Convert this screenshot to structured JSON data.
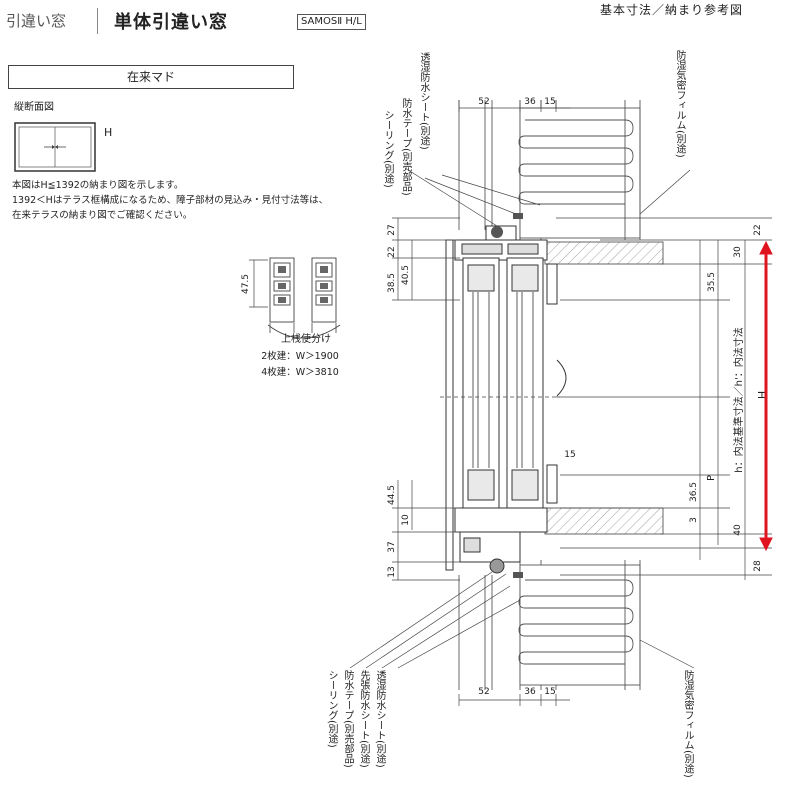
{
  "header": {
    "category": "引違い窓",
    "title": "単体引違い窓",
    "series": "SAMOSⅡ H/L",
    "right_title": "基本寸法／納まり参考図"
  },
  "section": {
    "label": "在来マド",
    "subtitle": "縦断面図",
    "thumb_label": "H",
    "notes": [
      "本図はH≦1392の納まり図を示します。",
      "1392＜Hはテラス框構成になるため、障子部材の見込み・見付寸法等は、",
      "在来テラスの納まり図でご確認ください。"
    ]
  },
  "detail": {
    "dim_label": "47.5",
    "caption": "上桟使分け",
    "line1": "2枚建：W＞1900",
    "line2": "4枚建：W＞3810"
  },
  "main": {
    "top_dims": [
      "52",
      "36",
      "15"
    ],
    "bottom_dims": [
      "52",
      "36",
      "15"
    ],
    "left_dims_upper": [
      "22",
      "27",
      "38.5",
      "40.5"
    ],
    "left_dims_lower": [
      "10",
      "44.5",
      "37",
      "13"
    ],
    "right_dims": [
      "22",
      "30",
      "35.5",
      "36.5",
      "3",
      "40",
      "28",
      "15"
    ],
    "vertical_labels": {
      "p": "P",
      "h_inner": "h：内法基準寸法／h'：内法寸法",
      "h": "H"
    },
    "callouts_top": [
      "シーリング(別途)",
      "防水テープ(別売部品)",
      "透湿防水シート(別途)",
      "防湿気密フィルム(別途)"
    ],
    "callouts_bottom": [
      "シーリング(別途)",
      "防水テープ(別売部品)",
      "先張防水シート(別途)",
      "透湿防水シート(別途)",
      "防湿気密フィルム(別途)"
    ]
  },
  "colors": {
    "accent": "#e0141e",
    "line": "#333333",
    "hatch": "#8a8a8a"
  }
}
